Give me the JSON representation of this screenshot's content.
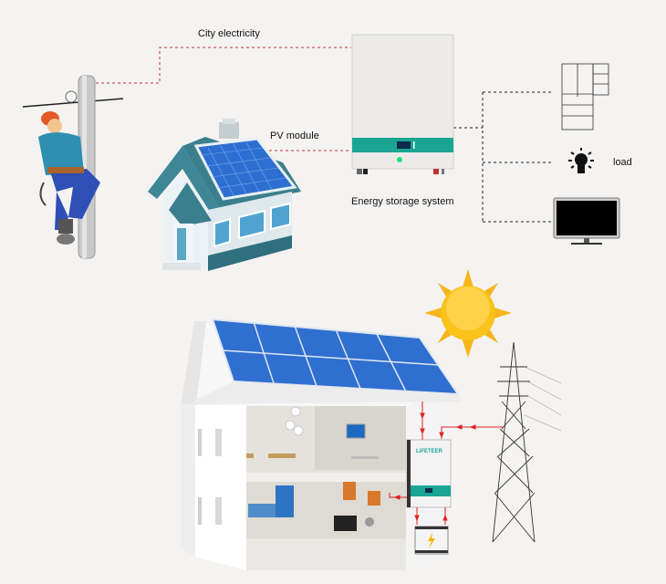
{
  "top_diagram": {
    "labels": {
      "city_electricity": "City electricity",
      "pv_module": "PV module",
      "energy_storage_system": "Energy storage system",
      "load": "load"
    },
    "components": [
      "utility-worker-on-pole",
      "house-with-solar-roof",
      "energy-storage-unit",
      "refrigerator-icon",
      "light-bulb-icon",
      "tv-monitor-icon"
    ],
    "connector_colors": {
      "input": "#c8323c",
      "output": "#222222"
    }
  },
  "bottom_illustration": {
    "brand_text": "LiFETEER",
    "components": [
      "house-cutaway",
      "rooftop-solar-panels",
      "sun",
      "power-transmission-tower",
      "wall-inverter-battery",
      "battery"
    ],
    "flow_arrow_color": "#e02020"
  },
  "colors": {
    "background": "#f4f3f2",
    "teal_accent": "#17a596",
    "panel_blue": "#2f6fd0"
  }
}
